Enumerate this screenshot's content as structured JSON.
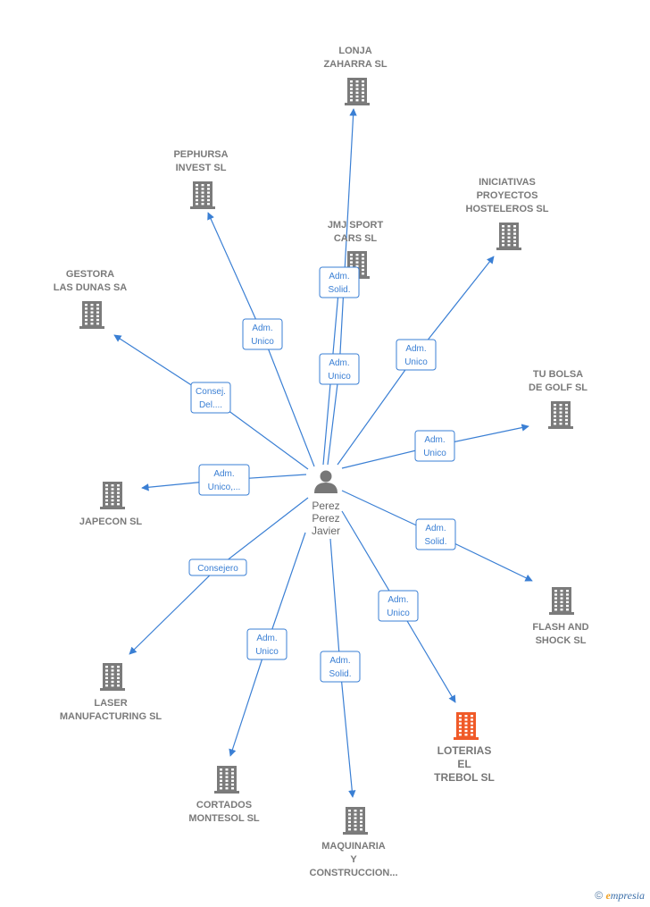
{
  "center": {
    "name_lines": [
      "Perez",
      "Perez",
      "Javier"
    ],
    "icon": "person-icon"
  },
  "colors": {
    "edge": "#3a7fd4",
    "building": "#7b7b7b",
    "highlight": "#f05a28"
  },
  "companies": [
    {
      "id": "lonja",
      "name_lines": [
        "LONJA",
        "ZAHARRA SL"
      ],
      "relation_lines": [
        "Adm.",
        "Unico"
      ],
      "highlight": false
    },
    {
      "id": "pephursa",
      "name_lines": [
        "PEPHURSA",
        "INVEST  SL"
      ],
      "relation_lines": [
        "Adm.",
        "Unico"
      ],
      "highlight": false
    },
    {
      "id": "jmj",
      "name_lines": [
        "JMJ SPORT",
        "CARS  SL"
      ],
      "relation_lines": [
        "Adm.",
        "Solid."
      ],
      "highlight": false
    },
    {
      "id": "iniciativas",
      "name_lines": [
        "INICIATIVAS",
        "PROYECTOS",
        "HOSTELEROS SL"
      ],
      "relation_lines": [
        "Adm.",
        "Unico"
      ],
      "highlight": false
    },
    {
      "id": "gestora",
      "name_lines": [
        "GESTORA",
        "LAS DUNAS SA"
      ],
      "relation_lines": [
        "Consej.",
        "Del...."
      ],
      "highlight": false
    },
    {
      "id": "tubolsa",
      "name_lines": [
        "TU BOLSA",
        "DE GOLF SL"
      ],
      "relation_lines": [
        "Adm.",
        "Unico"
      ],
      "highlight": false
    },
    {
      "id": "japecon",
      "name_lines": [
        "JAPECON SL"
      ],
      "relation_lines": [
        "Adm.",
        "Unico,..."
      ],
      "highlight": false
    },
    {
      "id": "flash",
      "name_lines": [
        "FLASH AND",
        "SHOCK SL"
      ],
      "relation_lines": [
        "Adm.",
        "Solid."
      ],
      "highlight": false
    },
    {
      "id": "laser",
      "name_lines": [
        "LASER",
        "MANUFACTURING SL"
      ],
      "relation_lines": [
        "Consejero"
      ],
      "highlight": false
    },
    {
      "id": "loterias",
      "name_lines": [
        "LOTERIAS",
        "EL",
        "TREBOL  SL"
      ],
      "relation_lines": [
        "Adm.",
        "Unico"
      ],
      "highlight": true
    },
    {
      "id": "cortados",
      "name_lines": [
        "CORTADOS",
        "MONTESOL  SL"
      ],
      "relation_lines": [
        "Adm.",
        "Unico"
      ],
      "highlight": false
    },
    {
      "id": "maquinaria",
      "name_lines": [
        "MAQUINARIA",
        "Y",
        "CONSTRUCCION..."
      ],
      "relation_lines": [
        "Adm.",
        "Solid."
      ],
      "highlight": false
    }
  ],
  "footer": {
    "copyright": "©",
    "brand_initial": "e",
    "brand_rest": "mpresia"
  }
}
